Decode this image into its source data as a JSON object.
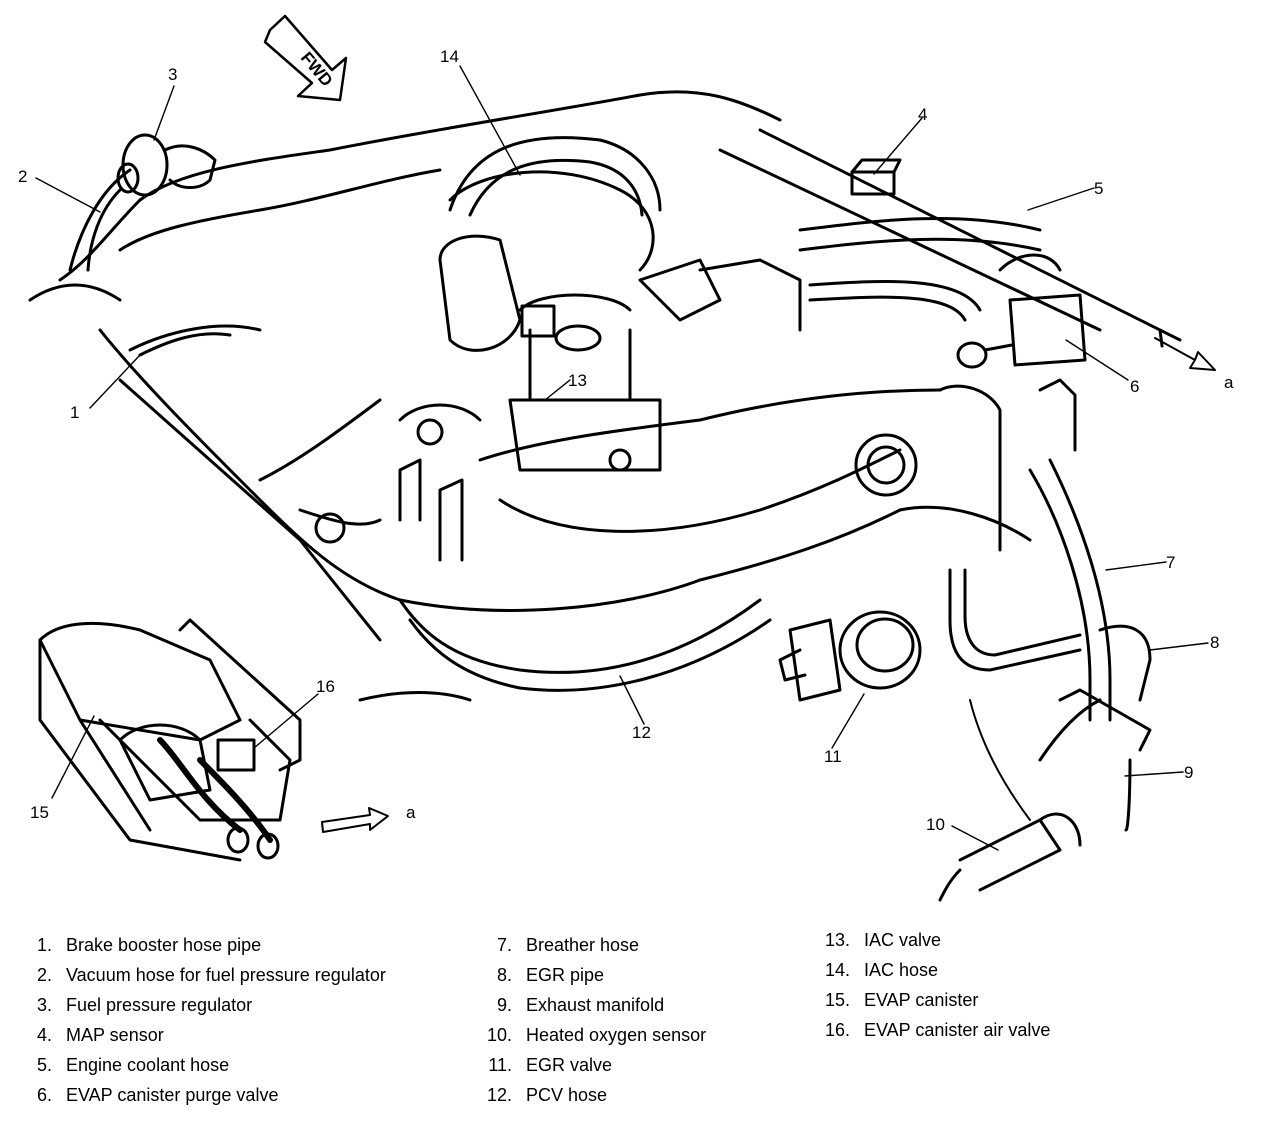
{
  "diagram": {
    "direction_label": "FWD",
    "connector_label": "a",
    "callouts": [
      "1",
      "2",
      "3",
      "4",
      "5",
      "6",
      "7",
      "8",
      "9",
      "10",
      "11",
      "12",
      "13",
      "14",
      "15",
      "16"
    ]
  },
  "legend": [
    {
      "num": "1.",
      "text": "Brake booster hose pipe"
    },
    {
      "num": "2.",
      "text": "Vacuum hose for fuel pressure regulator"
    },
    {
      "num": "3.",
      "text": "Fuel pressure regulator"
    },
    {
      "num": "4.",
      "text": "MAP sensor"
    },
    {
      "num": "5.",
      "text": "Engine coolant hose"
    },
    {
      "num": "6.",
      "text": "EVAP canister purge valve"
    },
    {
      "num": "7.",
      "text": "Breather hose"
    },
    {
      "num": "8.",
      "text": "EGR pipe"
    },
    {
      "num": "9.",
      "text": "Exhaust manifold"
    },
    {
      "num": "10.",
      "text": "Heated oxygen sensor"
    },
    {
      "num": "11.",
      "text": "EGR valve"
    },
    {
      "num": "12.",
      "text": "PCV hose"
    },
    {
      "num": "13.",
      "text": "IAC valve"
    },
    {
      "num": "14.",
      "text": "IAC hose"
    },
    {
      "num": "15.",
      "text": "EVAP canister"
    },
    {
      "num": "16.",
      "text": "EVAP canister air valve"
    }
  ]
}
